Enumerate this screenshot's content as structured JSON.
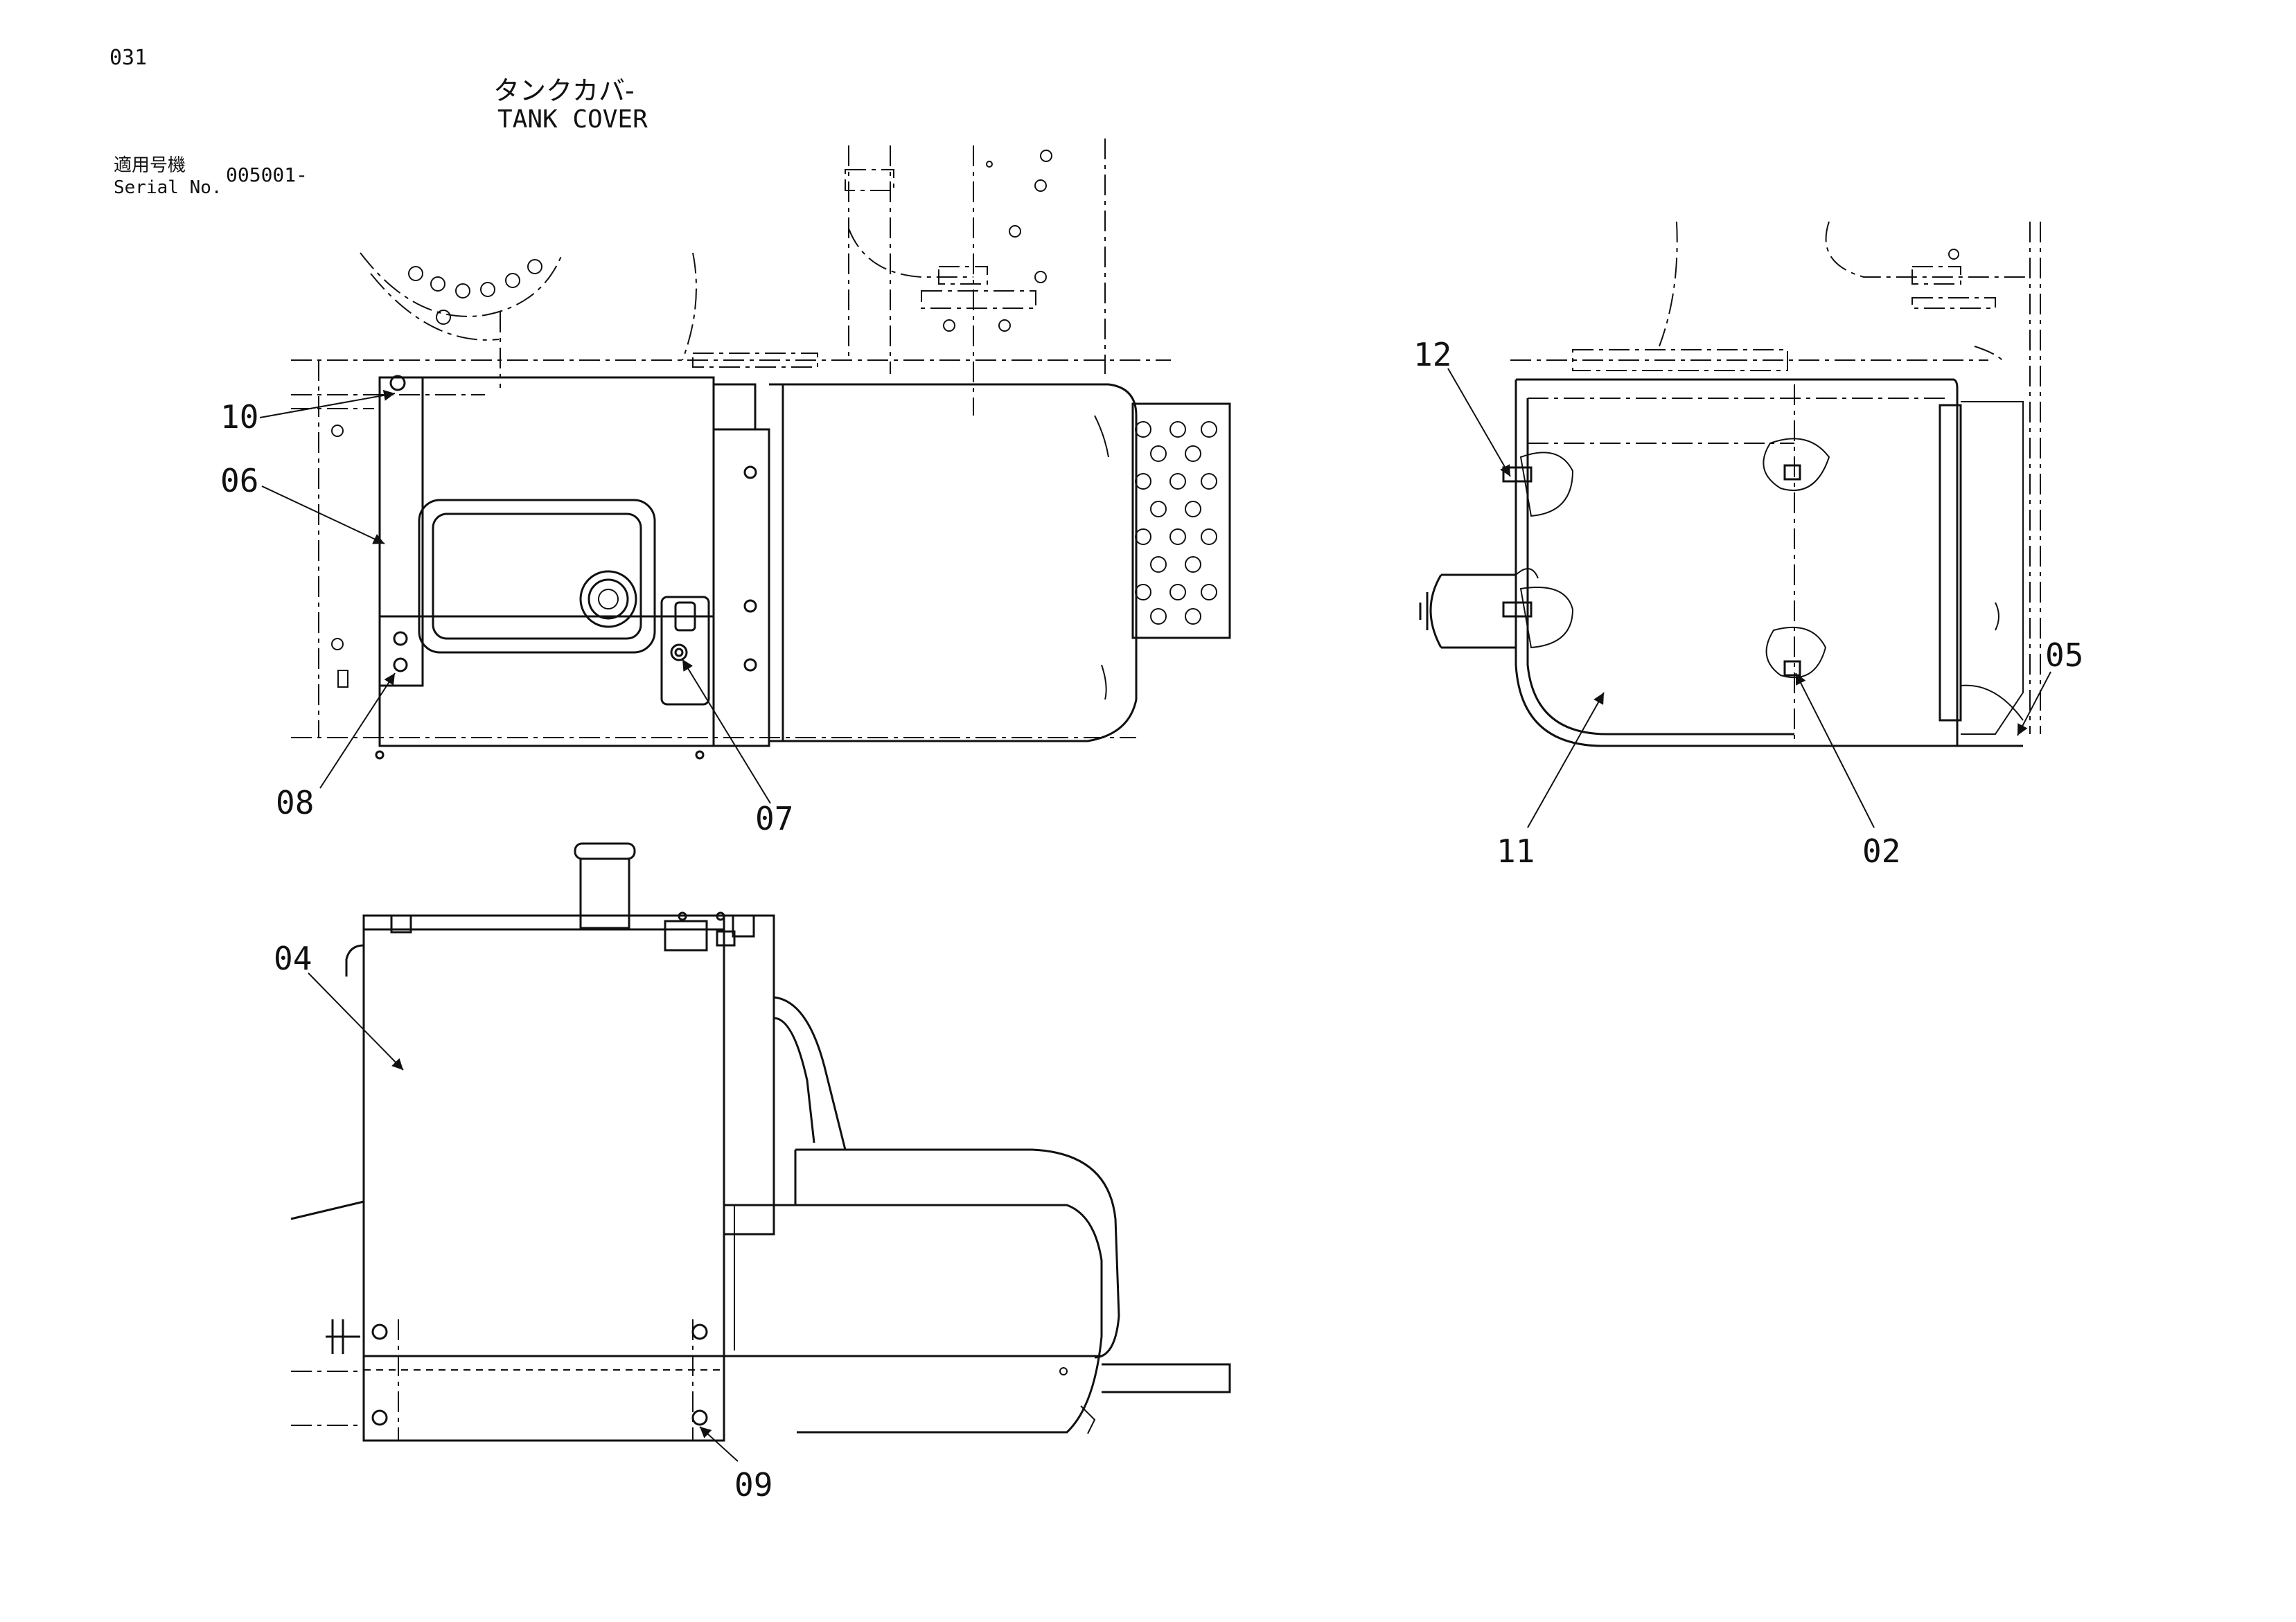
{
  "page_number": "031",
  "title": {
    "japanese": "タンクカバ-",
    "english": "TANK COVER"
  },
  "serial": {
    "label_japanese": "適用号機",
    "label_english": "Serial No.",
    "value": "005001-"
  },
  "callouts": [
    "10",
    "06",
    "08",
    "07",
    "12",
    "05",
    "11",
    "02",
    "04",
    "09"
  ]
}
